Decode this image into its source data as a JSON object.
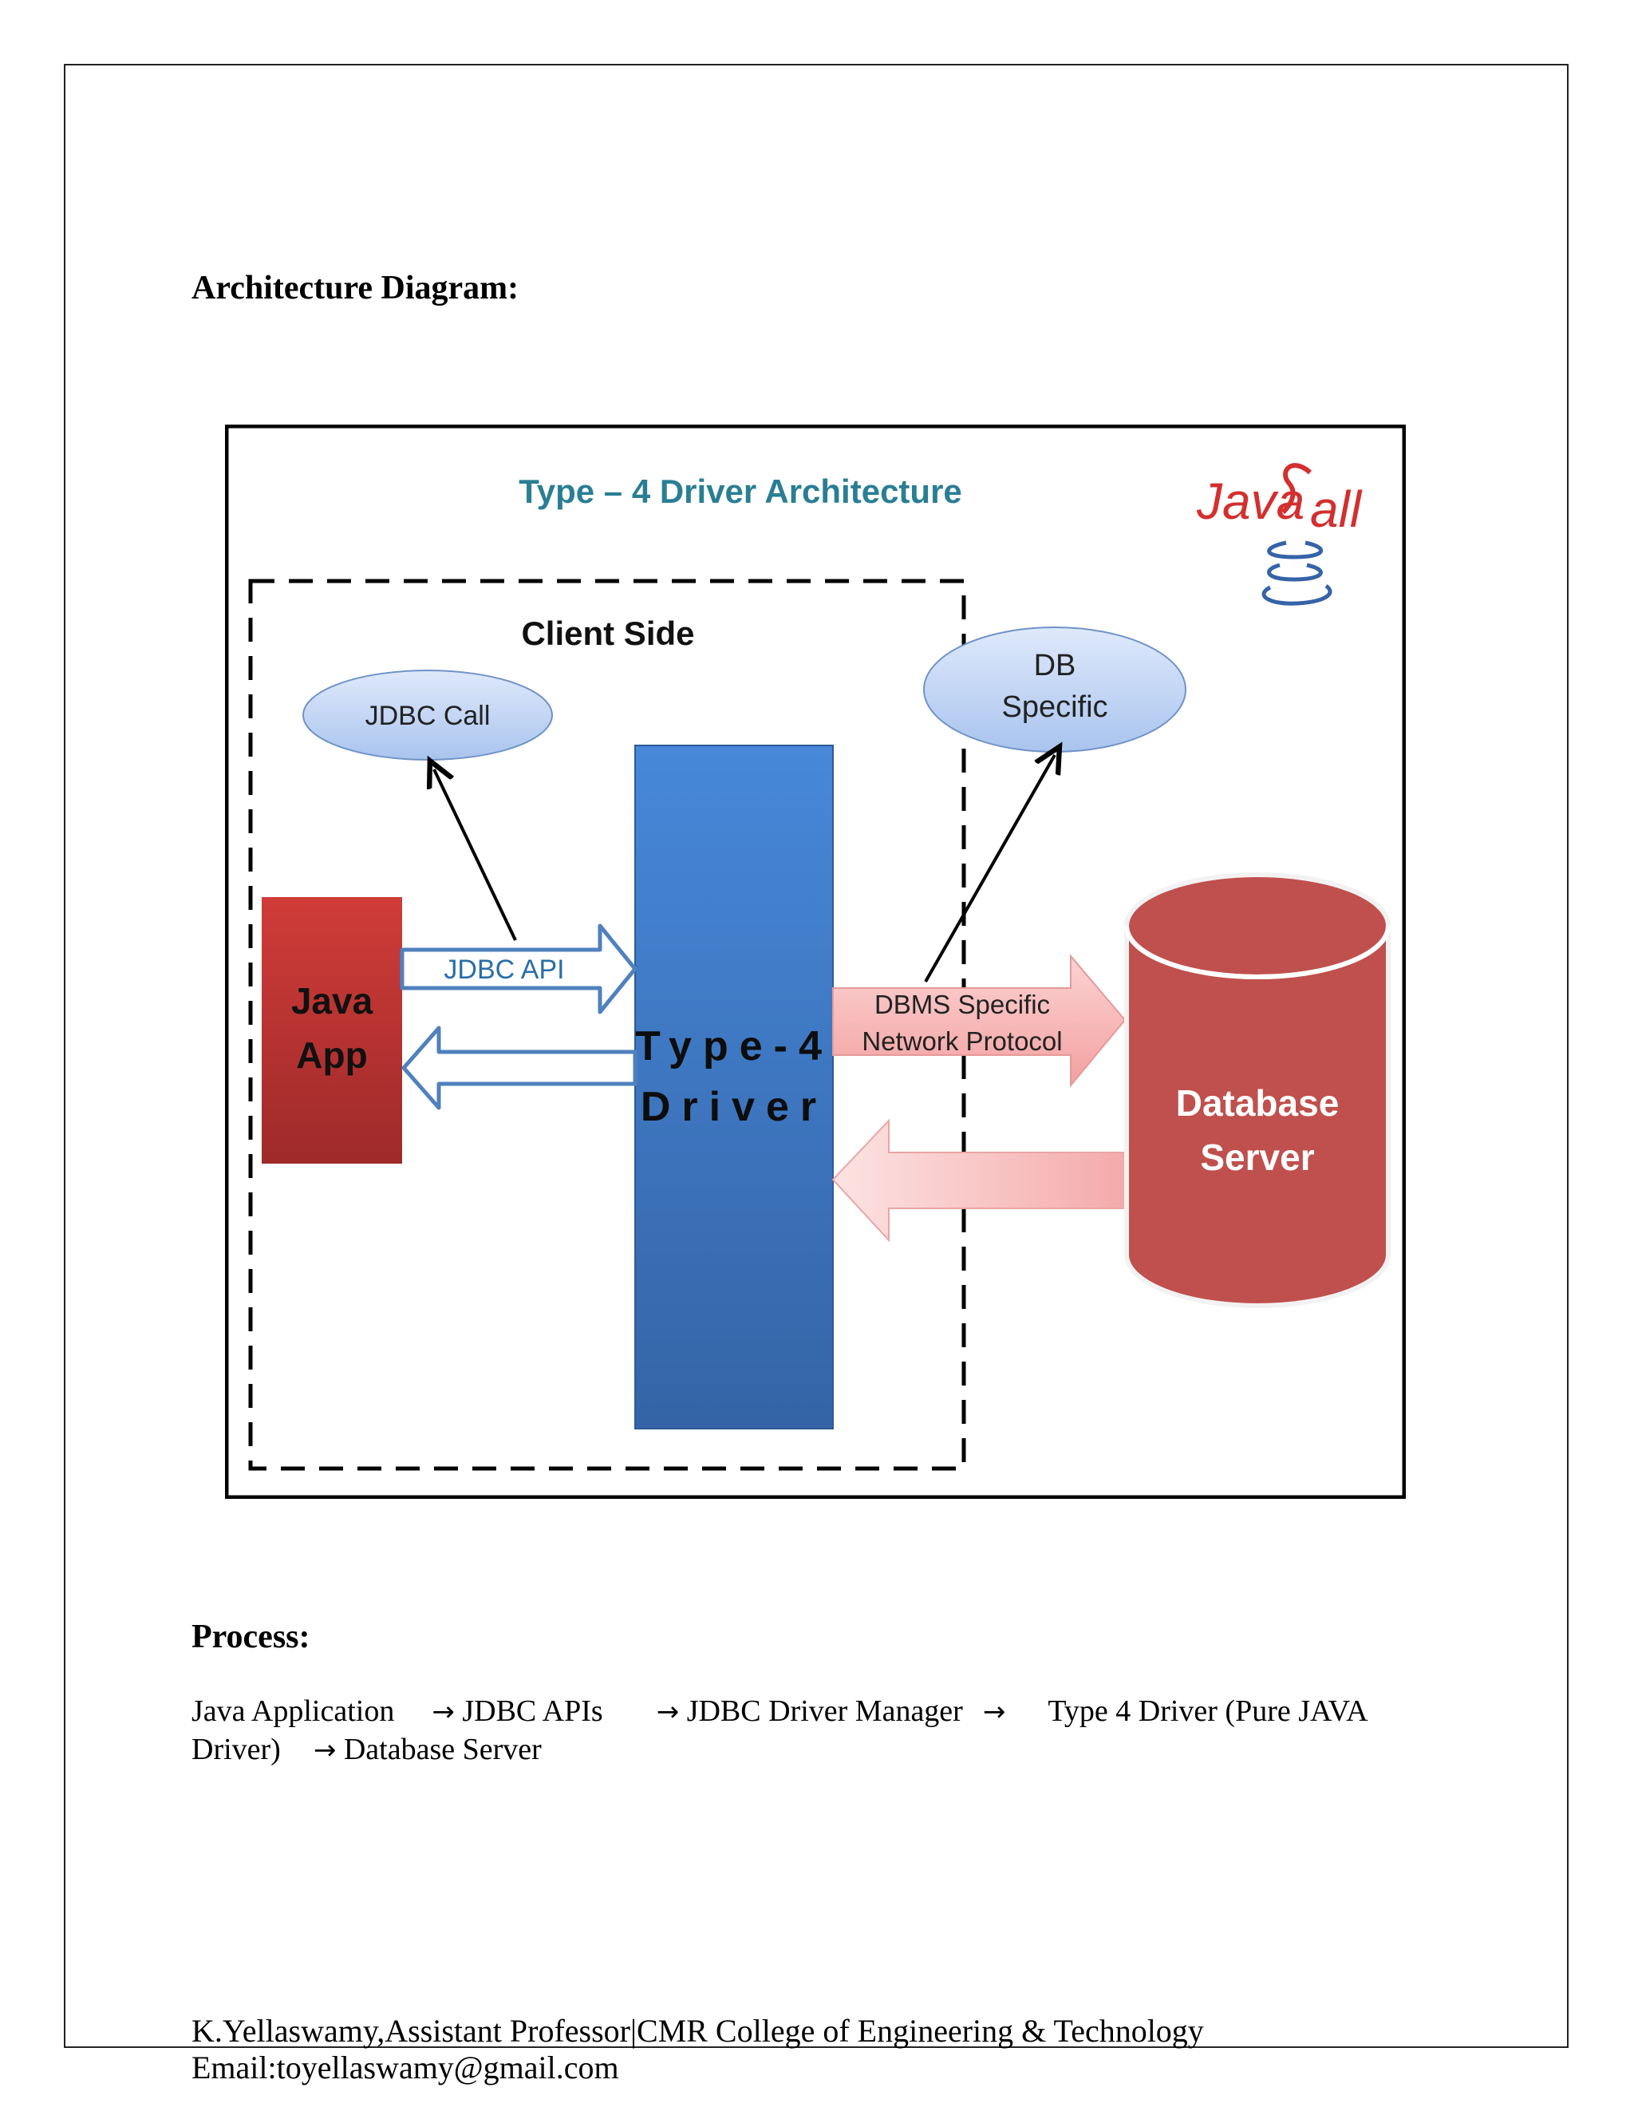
{
  "headings": {
    "architecture": "Architecture Diagram:",
    "process": "Process:"
  },
  "diagram": {
    "title": "Type – 4 Driver Architecture",
    "client_side": "Client Side",
    "jdbc_call": "JDBC Call",
    "db_specific_line1": "DB",
    "db_specific_line2": "Specific",
    "jdbc_api": "JDBC API",
    "java_app_line1": "Java",
    "java_app_line2": "App",
    "driver_line1": "Type-4",
    "driver_line2": "Driver",
    "dbms_line1": "DBMS Specific",
    "dbms_line2": "Network Protocol",
    "database_line1": "Database",
    "database_line2": "Server",
    "logo_text_1": "Java",
    "logo_text_2": "all",
    "colors": {
      "title": "#2a7e94",
      "driver": "#3a78c9",
      "java_app": "#c0302e",
      "database": "#c0504d",
      "ellipse": "#c7d9f6",
      "pink_arrow": "#f6b3b3",
      "api_arrow": "#4f81bd"
    }
  },
  "process": {
    "line1": {
      "s1": "Java Application",
      "a1": "→",
      "s2": "JDBC APIs",
      "a2": "→",
      "s3": "JDBC Driver Manager",
      "a3": "→",
      "s4": "Type 4 Driver (Pure JAVA"
    },
    "line2": {
      "s1": "Driver)",
      "a1": "→",
      "s2": "Database Server"
    }
  },
  "footer": {
    "line1": "K.Yellaswamy,Assistant Professor|CMR College of Engineering & Technology",
    "line2": "Email:toyellaswamy@gmail.com"
  }
}
